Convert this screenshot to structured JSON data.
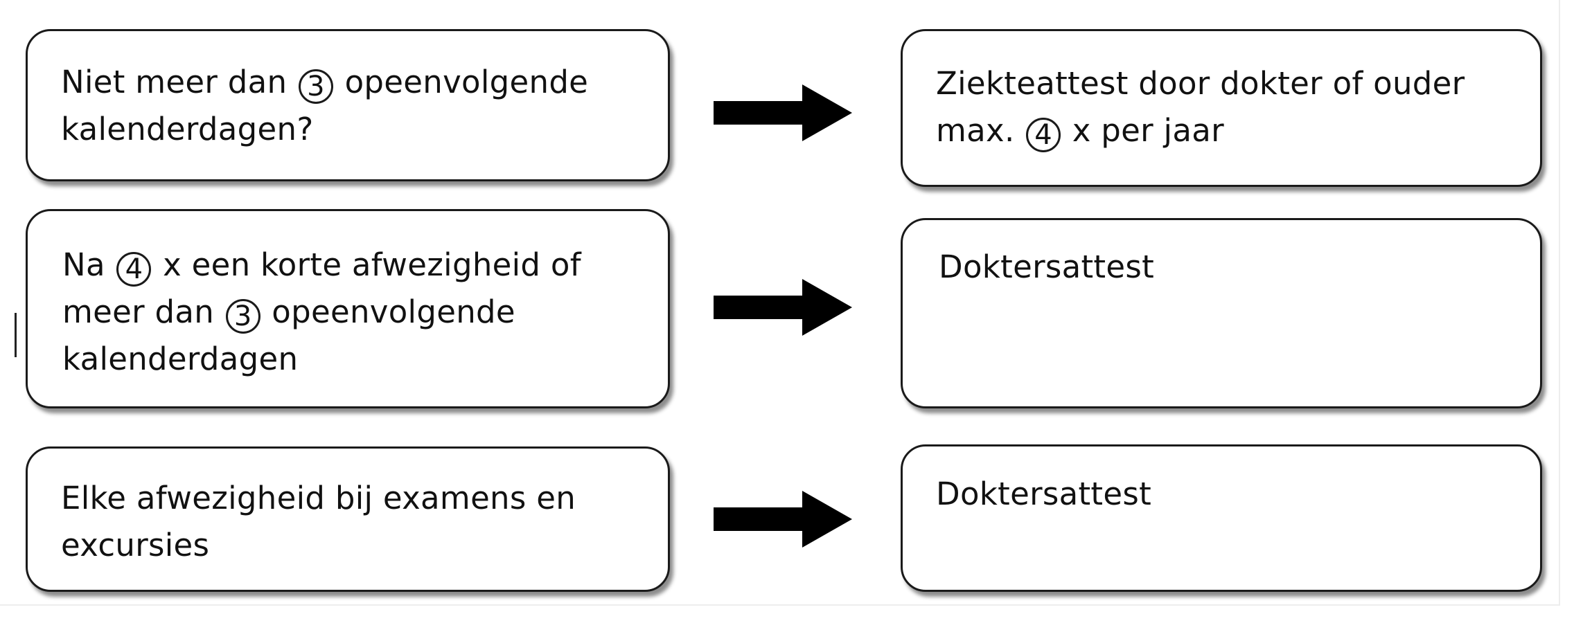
{
  "rows": [
    {
      "condition": {
        "line1_pre": "Niet meer dan",
        "line1_num": "3",
        "line1_post": "opeenvolgende",
        "line2": "kalenderdagen?"
      },
      "result": {
        "line1": "Ziekteattest door dokter of ouder",
        "line2_pre": "max.",
        "line2_num": "4",
        "line2_post": "x per jaar"
      }
    },
    {
      "condition": {
        "line1_pre": "Na",
        "line1_num": "4",
        "line1_post": "x een korte afwezigheid of",
        "line2_pre": "meer dan",
        "line2_num": "3",
        "line2_post": "opeenvolgende",
        "line3": "kalenderdagen"
      },
      "result": {
        "line1": "Doktersattest"
      }
    },
    {
      "condition": {
        "line1": "Elke afwezigheid bij examens en",
        "line2": "excursies"
      },
      "result": {
        "line1": "Doktersattest"
      }
    }
  ],
  "colors": {
    "box_border": "#1a1a1a",
    "arrow_fill": "#000000",
    "background": "#ffffff"
  },
  "icons": {
    "connector": "arrow-right-icon"
  }
}
